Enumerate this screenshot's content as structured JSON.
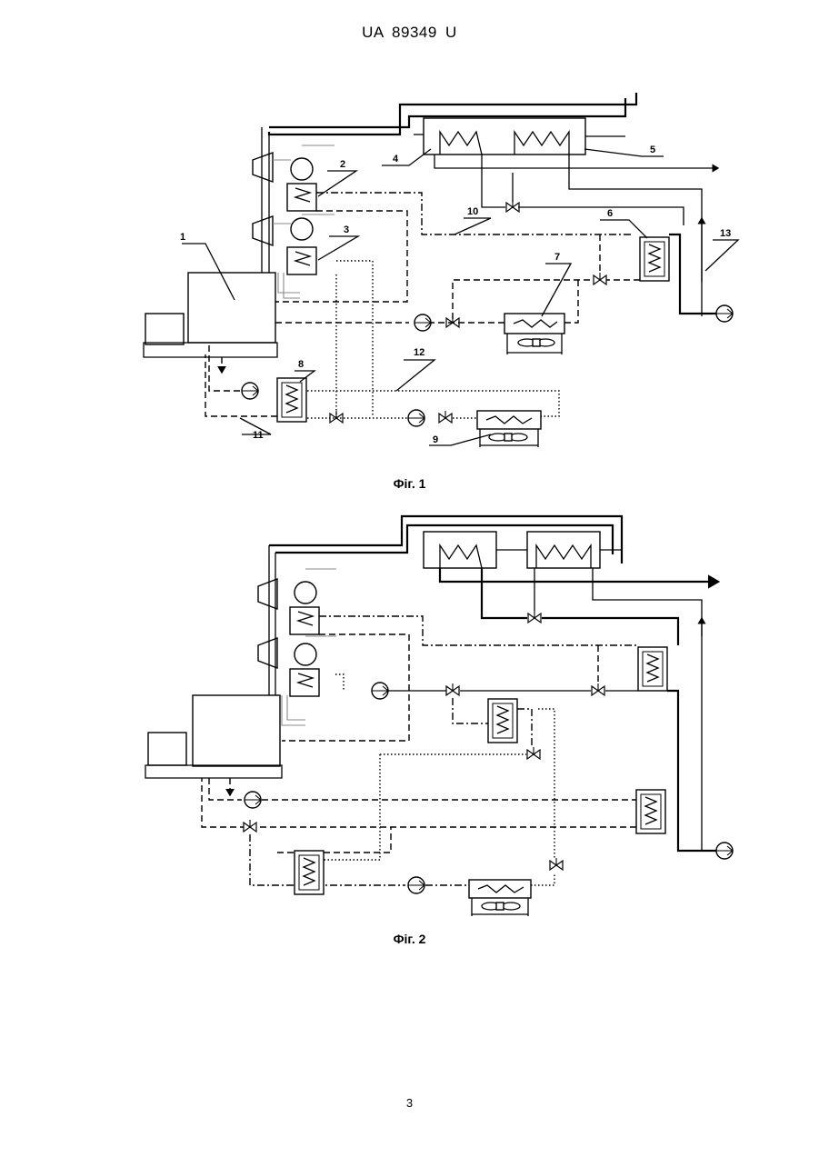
{
  "header": {
    "doc_id": "UA   89349   U"
  },
  "figures": [
    {
      "caption": "Фіг. 1",
      "labels": [
        "1",
        "2",
        "3",
        "4",
        "5",
        "6",
        "7",
        "8",
        "9",
        "10",
        "11",
        "12",
        "13"
      ]
    },
    {
      "caption": "Фіг. 2"
    }
  ],
  "footer": {
    "page_number": "3"
  }
}
